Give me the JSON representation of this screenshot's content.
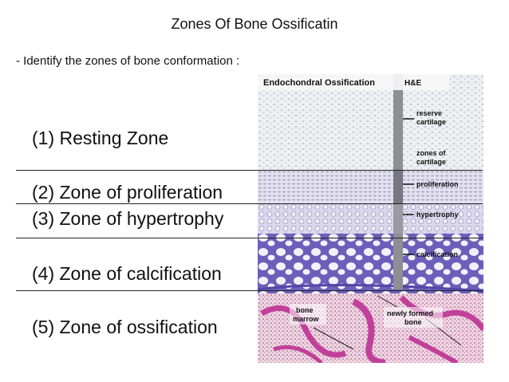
{
  "slide": {
    "title": "Zones Of Bone Ossificatin",
    "intro": "- Identify the zones of bone conformation :",
    "zones": [
      "(1) Resting Zone",
      "(2) Zone of proliferation",
      "(3) Zone of hypertrophy",
      "(4) Zone of calcification",
      "(5) Zone of ossification"
    ]
  },
  "micrograph": {
    "title": "Endochondral Ossification",
    "stain": "H&E",
    "labels": {
      "reserve_line1": "reserve",
      "reserve_line2": "cartilage",
      "zones_line1": "zones of",
      "zones_line2": "cartilage",
      "proliferation": "proliferation",
      "hypertrophy": "hypertrophy",
      "calcification": "calcification",
      "bone_marrow_line1": "bone",
      "bone_marrow_line2": "marrow",
      "newly_formed_line1": "newly formed",
      "newly_formed_line2": "bone"
    }
  }
}
